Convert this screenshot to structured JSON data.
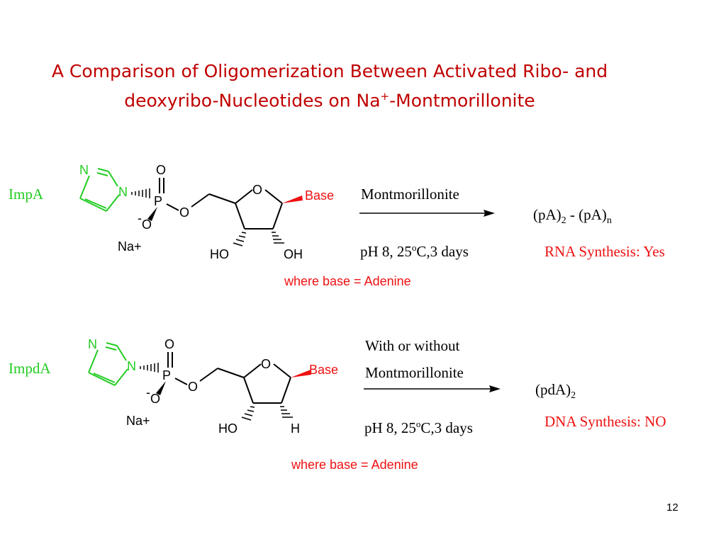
{
  "slide": {
    "title_line1": "A Comparison of Oligomerization Between Activated Ribo- and",
    "title_line2_pre": "deoxyribo-Nucleotides on Na",
    "title_line2_sup": "+",
    "title_line2_post": "-Montmorillonite",
    "page_number": "12"
  },
  "reaction1": {
    "name": "ImpA",
    "atoms": {
      "n_top": "N",
      "n_side": "N",
      "phosphorus": "P",
      "o_top": "O",
      "o_bridge": "O",
      "o_minus_sign": "-",
      "o_minus": "O",
      "ring_o": "O",
      "base": "Base",
      "counterion": "Na+",
      "ho": "HO",
      "oh": "OH"
    },
    "conditions_above": "Montmorillonite",
    "conditions_below_pre": "pH 8, 25",
    "conditions_below_sup": "o",
    "conditions_below_post": "C,3 days",
    "product_pre": "(pA)",
    "product_sub1": "2",
    "product_mid": " - (pA)",
    "product_sub2": "n",
    "result": "RNA Synthesis: Yes",
    "note": "where base = Adenine"
  },
  "reaction2": {
    "name": "ImpdA",
    "atoms": {
      "n_top": "N",
      "n_side": "N",
      "phosphorus": "P",
      "o_top": "O",
      "o_bridge": "O",
      "o_minus_sign": "-",
      "o_minus": "O",
      "ring_o": "O",
      "base": "Base",
      "counterion": "Na+",
      "ho": "HO",
      "h": "H"
    },
    "conditions_above_line1": "With or without",
    "conditions_above_line2": "Montmorillonite",
    "conditions_below_pre": "pH 8, 25",
    "conditions_below_sup": "o",
    "conditions_below_post": "C,3 days",
    "product_pre": "(pdA)",
    "product_sub": "2",
    "result": "DNA Synthesis: NO",
    "note": "where base = Adenine"
  },
  "colors": {
    "title": "#c00000",
    "imidazole": "#22cc22",
    "base_bond": "#ee1111",
    "result": "#ee1111"
  }
}
